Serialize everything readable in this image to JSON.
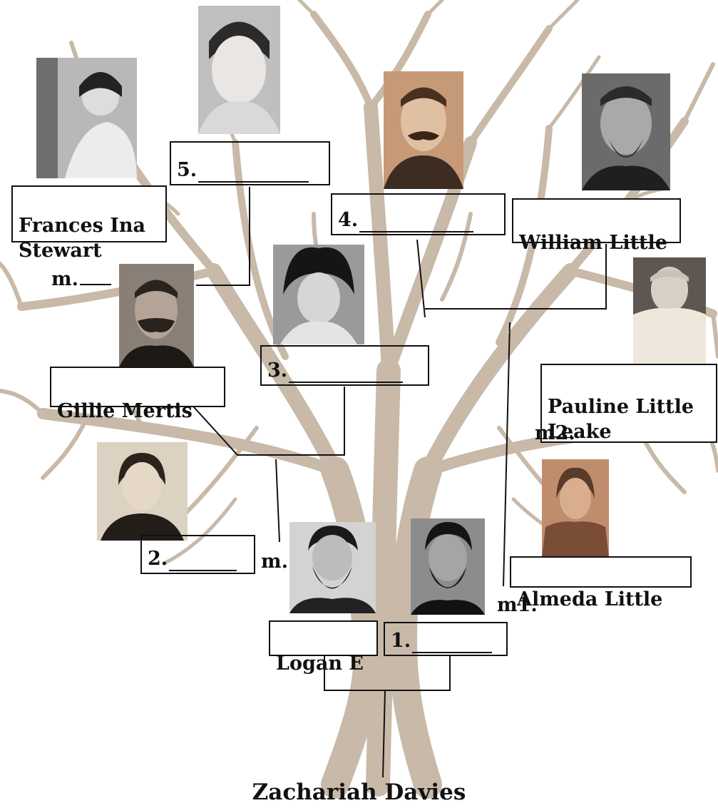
{
  "root": {
    "name": "Zachariah Davies"
  },
  "people": {
    "p1": {
      "number_label": "1."
    },
    "p2": {
      "number_label": "2."
    },
    "p3": {
      "number_label": "3."
    },
    "p4": {
      "number_label": "4."
    },
    "p5": {
      "number_label": "5."
    },
    "logan": {
      "label": "Logan E"
    },
    "gillie": {
      "label": "Gillie Mertis"
    },
    "frances": {
      "label": "Frances Ina\nStewart"
    },
    "william": {
      "label": "William Little"
    },
    "pauline": {
      "label": "Pauline Little\n        Leake"
    },
    "almeda": {
      "label": "Almeda Little"
    }
  },
  "marriage_marks": {
    "m_top": "m.",
    "m_mid": "m.",
    "m1": "m1.",
    "m2": "m2."
  },
  "colors": {
    "tree": "#c8b9a8",
    "lines": "#111111",
    "background": "#ffffff"
  }
}
